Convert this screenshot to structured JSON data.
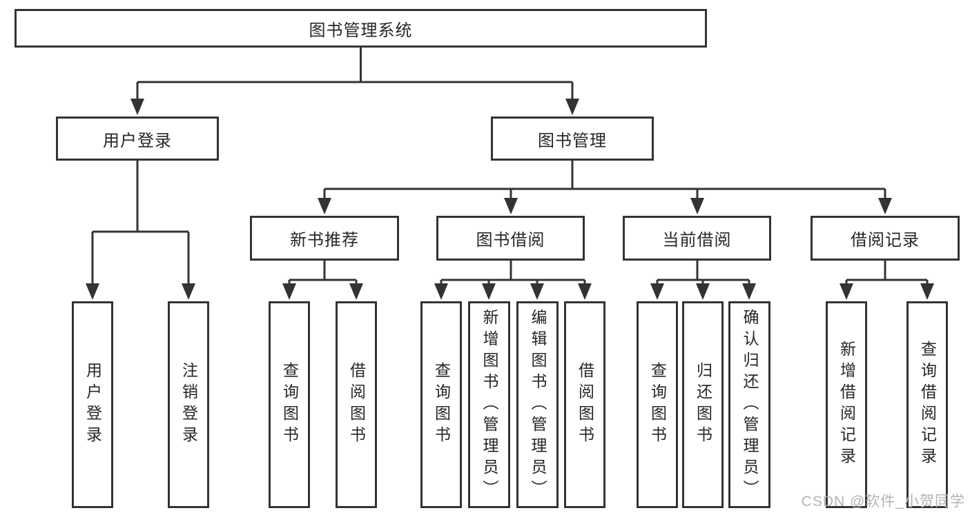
{
  "diagram": {
    "root": {
      "label": "图书管理系统"
    },
    "level2": [
      {
        "label": "用户登录",
        "parent": "图书管理系统"
      },
      {
        "label": "图书管理",
        "parent": "图书管理系统"
      }
    ],
    "level3": [
      {
        "label": "新书推荐",
        "parent": "图书管理"
      },
      {
        "label": "图书借阅",
        "parent": "图书管理"
      },
      {
        "label": "当前借阅",
        "parent": "图书管理"
      },
      {
        "label": "借阅记录",
        "parent": "图书管理"
      }
    ],
    "leaves": [
      {
        "label": "用户登录",
        "parent": "用户登录"
      },
      {
        "label": "注销登录",
        "parent": "用户登录"
      },
      {
        "label": "查询图书",
        "parent": "新书推荐"
      },
      {
        "label": "借阅图书",
        "parent": "新书推荐"
      },
      {
        "label": "查询图书",
        "parent": "图书借阅"
      },
      {
        "label": "新增图书（管理员）",
        "parent": "图书借阅"
      },
      {
        "label": "编辑图书（管理员）",
        "parent": "图书借阅"
      },
      {
        "label": "借阅图书",
        "parent": "图书借阅"
      },
      {
        "label": "查询图书",
        "parent": "当前借阅"
      },
      {
        "label": "归还图书",
        "parent": "当前借阅"
      },
      {
        "label": "确认归还（管理员）",
        "parent": "当前借阅"
      },
      {
        "label": "新增借阅记录",
        "parent": "借阅记录"
      },
      {
        "label": "查询借阅记录",
        "parent": "借阅记录"
      }
    ],
    "colors": {
      "line": "#333333",
      "box_border": "#333333",
      "text": "#262626",
      "watermark": "#b3b3b3",
      "background": "#ffffff"
    }
  },
  "watermark": {
    "text": "CSDN @软件_小贺同学"
  }
}
